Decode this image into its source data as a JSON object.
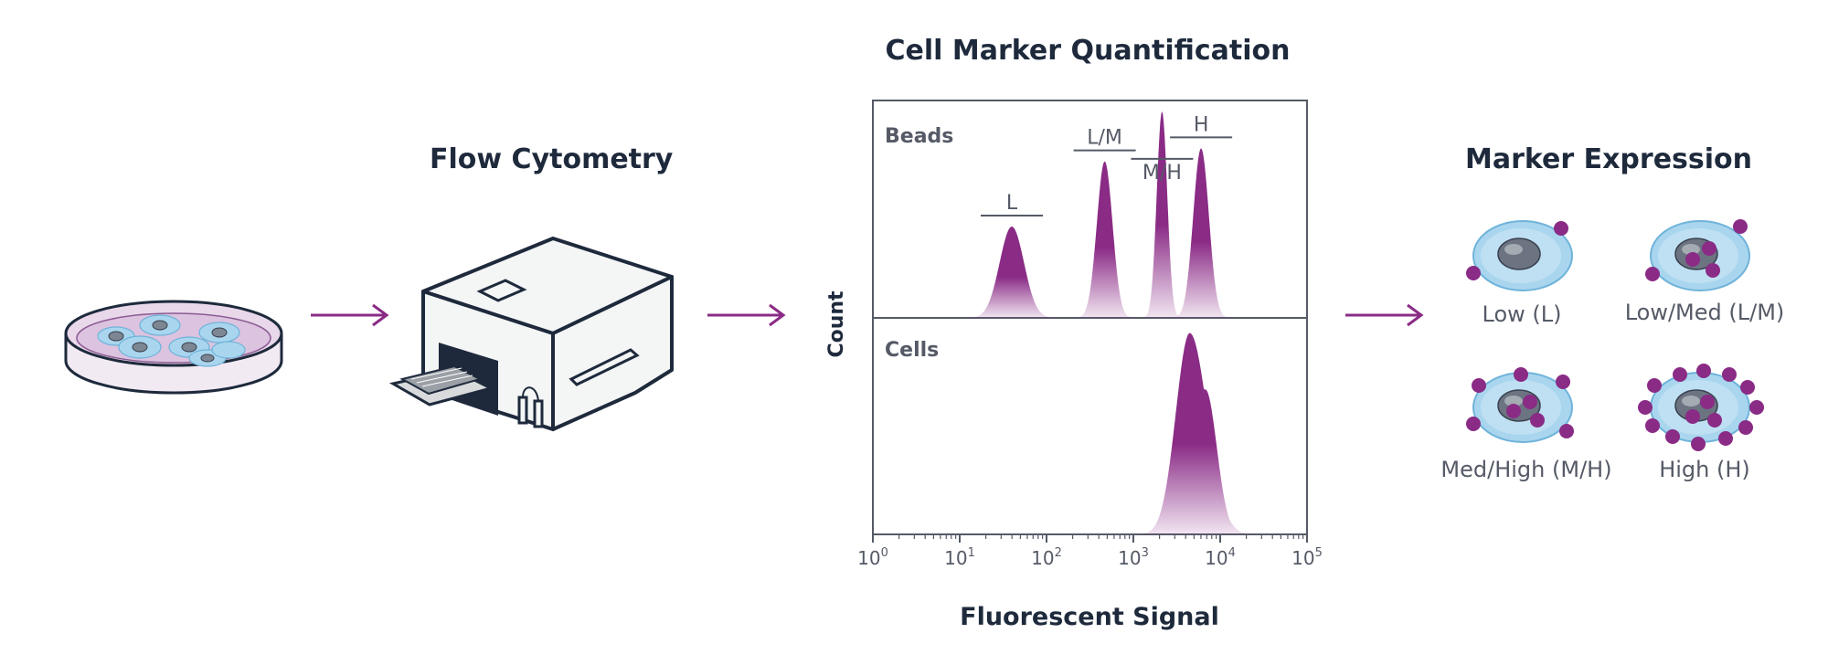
{
  "titles": {
    "flow": "Flow Cytometry",
    "quant": "Cell Marker Quantification",
    "expression": "Marker Expression"
  },
  "colors": {
    "purple": "#8a2b86",
    "cell_fill": "#a9d6ee",
    "nucleus": "#6b7480",
    "dark": "#1e2a3c"
  },
  "icons": [
    "petri-dish-icon",
    "flow-cytometer-icon",
    "arrow-right-icon"
  ],
  "chart_data": {
    "type": "area",
    "xlabel": "Fluorescent Signal",
    "ylabel": "Count",
    "xscale": "log",
    "xlim": [
      1,
      100000
    ],
    "x_ticks": [
      {
        "base": "10",
        "exp": "0"
      },
      {
        "base": "10",
        "exp": "1"
      },
      {
        "base": "10",
        "exp": "2"
      },
      {
        "base": "10",
        "exp": "3"
      },
      {
        "base": "10",
        "exp": "4"
      },
      {
        "base": "10",
        "exp": "5"
      }
    ],
    "panels": [
      {
        "name": "Beads",
        "peaks": [
          {
            "label": "L",
            "center_log": 1.6,
            "rel_height": 0.42
          },
          {
            "label": "L/M",
            "center_log": 2.67,
            "rel_height": 0.72
          },
          {
            "label": "M/H",
            "center_log": 3.33,
            "rel_height": 0.95
          },
          {
            "label": "H",
            "center_log": 3.78,
            "rel_height": 0.78
          }
        ]
      },
      {
        "name": "Cells",
        "peaks": [
          {
            "label": "",
            "center_log": 3.65,
            "rel_height": 0.93
          }
        ]
      }
    ]
  },
  "expression": [
    {
      "label": "Low (L)",
      "level": "L"
    },
    {
      "label": "Low/Med (L/M)",
      "level": "L/M"
    },
    {
      "label": "Med/High (M/H)",
      "level": "M/H"
    },
    {
      "label": "High (H)",
      "level": "H"
    }
  ]
}
